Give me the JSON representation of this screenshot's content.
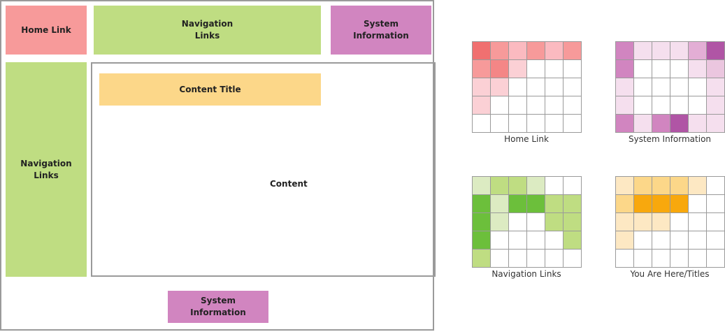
{
  "wireframe": {
    "home_link": "Home Link",
    "top_nav": "Navigation\nLinks",
    "top_system": "System\nInformation",
    "side_nav": "Navigation\nLinks",
    "content_title": "Content Title",
    "content": "Content",
    "bottom_system": "System\nInformation",
    "colors": {
      "home": "#f79a9a",
      "nav": "#bfdd82",
      "system": "#d185c0",
      "title": "#fcd789",
      "border": "#9a9a9a"
    }
  },
  "heatmaps": [
    {
      "label": "Home Link",
      "cells": [
        [
          "#f07070",
          "#f79a9a",
          "#fbbac0",
          "#f79a9a",
          "#fbbac0",
          "#f79a9a"
        ],
        [
          "#f79a9a",
          "#f48686",
          "#fbd0d5",
          "#ffffff",
          "#ffffff",
          "#ffffff"
        ],
        [
          "#fbd0d5",
          "#fbd0d5",
          "#ffffff",
          "#ffffff",
          "#ffffff",
          "#ffffff"
        ],
        [
          "#fbd0d5",
          "#ffffff",
          "#ffffff",
          "#ffffff",
          "#ffffff",
          "#ffffff"
        ],
        [
          "#ffffff",
          "#ffffff",
          "#ffffff",
          "#ffffff",
          "#ffffff",
          "#ffffff"
        ]
      ]
    },
    {
      "label": "System Information",
      "cells": [
        [
          "#d185c0",
          "#f5dfee",
          "#f5dfee",
          "#f5dfee",
          "#e3aed5",
          "#b055a5"
        ],
        [
          "#d185c0",
          "#ffffff",
          "#ffffff",
          "#ffffff",
          "#f5dfee",
          "#ebc6df"
        ],
        [
          "#f5dfee",
          "#ffffff",
          "#ffffff",
          "#ffffff",
          "#ffffff",
          "#f5dfee"
        ],
        [
          "#f5dfee",
          "#ffffff",
          "#ffffff",
          "#ffffff",
          "#ffffff",
          "#f5dfee"
        ],
        [
          "#d185c0",
          "#f5dfee",
          "#d185c0",
          "#b055a5",
          "#f5dfee",
          "#f5dfee"
        ]
      ]
    },
    {
      "label": "Navigation Links",
      "cells": [
        [
          "#dcebc2",
          "#bfdd82",
          "#bfdd82",
          "#dcebc2",
          "#ffffff",
          "#ffffff"
        ],
        [
          "#6cbf3b",
          "#dcebc2",
          "#6cbf3b",
          "#6cbf3b",
          "#bfdd82",
          "#bfdd82"
        ],
        [
          "#6cbf3b",
          "#dcebc2",
          "#ffffff",
          "#ffffff",
          "#bfdd82",
          "#bfdd82"
        ],
        [
          "#6cbf3b",
          "#ffffff",
          "#ffffff",
          "#ffffff",
          "#ffffff",
          "#bfdd82"
        ],
        [
          "#bfdd82",
          "#ffffff",
          "#ffffff",
          "#ffffff",
          "#ffffff",
          "#ffffff"
        ]
      ]
    },
    {
      "label": "You Are Here/Titles",
      "cells": [
        [
          "#fde8c3",
          "#fcd789",
          "#fcd789",
          "#fcd789",
          "#fde8c3",
          "#ffffff"
        ],
        [
          "#fcd789",
          "#f8a80d",
          "#f8a80d",
          "#f8a80d",
          "#ffffff",
          "#ffffff"
        ],
        [
          "#fde8c3",
          "#fde8c3",
          "#fde8c3",
          "#ffffff",
          "#ffffff",
          "#ffffff"
        ],
        [
          "#fde8c3",
          "#ffffff",
          "#ffffff",
          "#ffffff",
          "#ffffff",
          "#ffffff"
        ],
        [
          "#ffffff",
          "#ffffff",
          "#ffffff",
          "#ffffff",
          "#ffffff",
          "#ffffff"
        ]
      ]
    }
  ]
}
